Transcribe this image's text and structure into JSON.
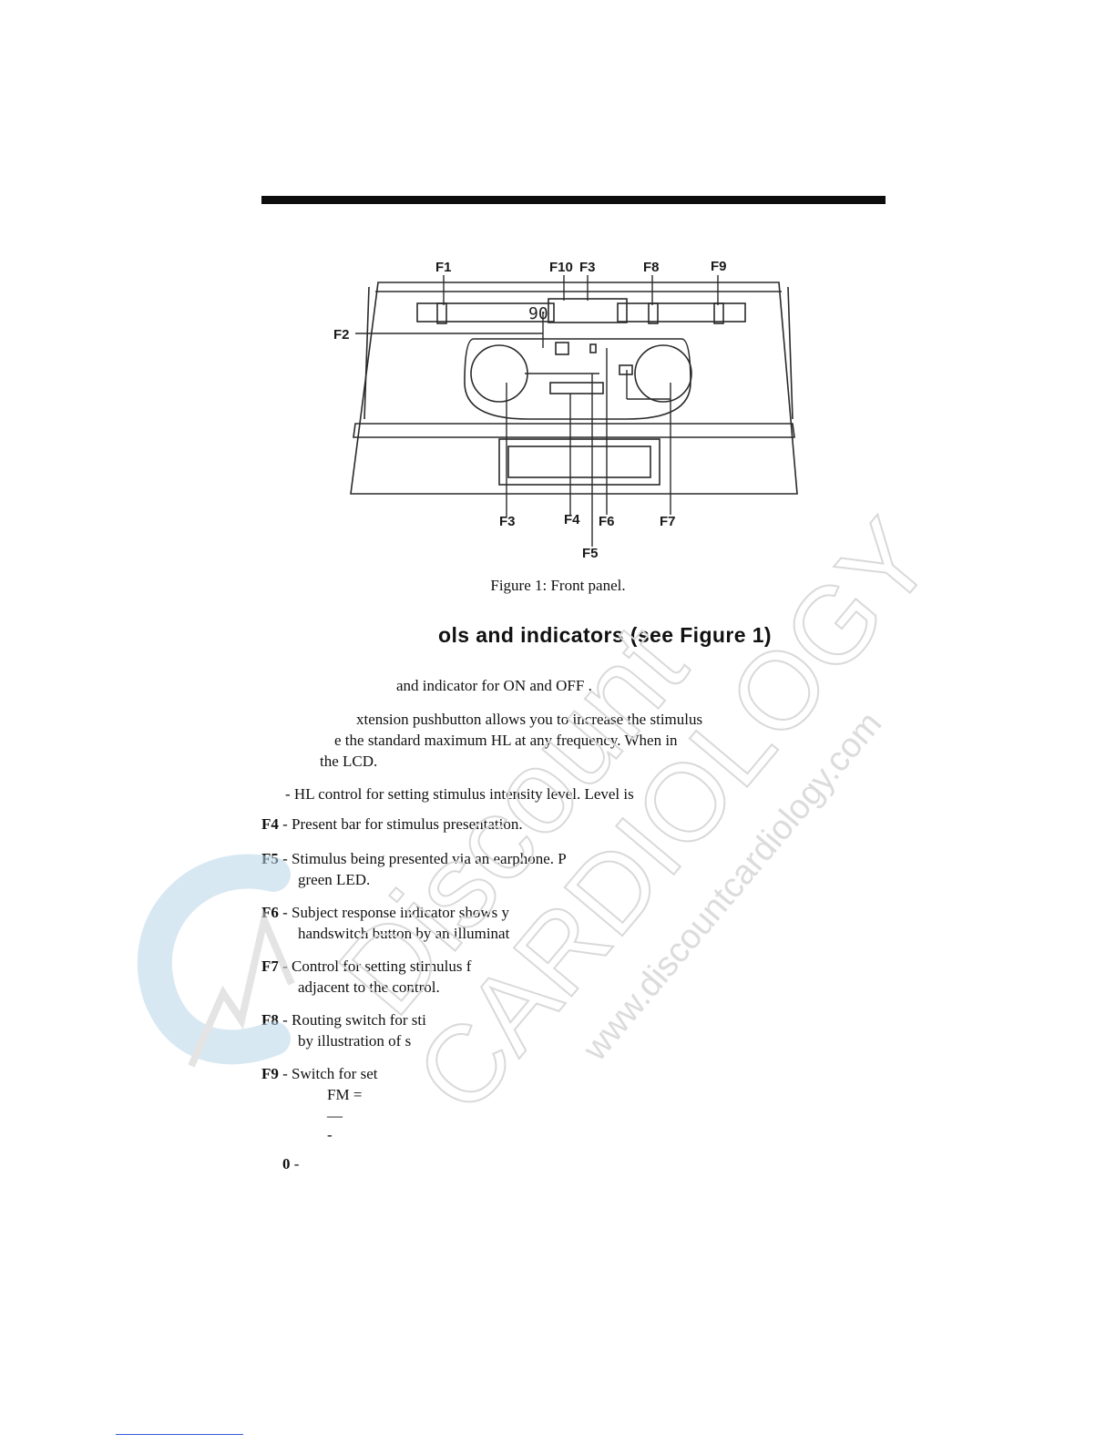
{
  "figure": {
    "labels": {
      "f1": "F1",
      "f10": "F10",
      "f3_top": "F3",
      "f8": "F8",
      "f9": "F9",
      "f2": "F2",
      "f3_bottom": "F3",
      "f4": "F4",
      "f6": "F6",
      "f7": "F7",
      "f5": "F5"
    },
    "lcd_value": "90",
    "caption": "Figure 1: Front panel."
  },
  "section": {
    "heading": "ols and indicators (see Figure 1)"
  },
  "body": {
    "line1": "and indicator for ON  and OFF .",
    "line2a": "xtension pushbutton allows you to increase the stimulus",
    "line2b": "e the standard maximum HL at any frequency. When in",
    "line2c": "the LCD.",
    "line3": "- HL control for setting stimulus intensity level. Level is",
    "f4_key": "F4",
    "f4_text": " - Present bar for stimulus presentation.",
    "f5_key": "F5",
    "f5_text": " - Stimulus being presented via an earphone. P",
    "f5_cont": "green LED.",
    "f6_key": "F6",
    "f6_text": " -  Subject response indicator shows y",
    "f6_cont": "handswitch button by an illuminat",
    "f7_key": "F7",
    "f7_text": " -  Control for setting stimulus f",
    "f7_cont": "adjacent to the control.",
    "f8_key": "F8",
    "f8_text": " -  Routing switch for sti",
    "f8_cont": "by illustration of s",
    "f9_key": "F9",
    "f9_text": " -  Switch for set",
    "f9_sub1": "FM =",
    "f9_sub2": "—",
    "f9_sub3": "-",
    "f10_key": "0",
    "f10_text": " -"
  },
  "watermark": {
    "line1": "Discount",
    "line2": "CARDIOLOGY",
    "line3": "www.discountcardiology.com"
  }
}
